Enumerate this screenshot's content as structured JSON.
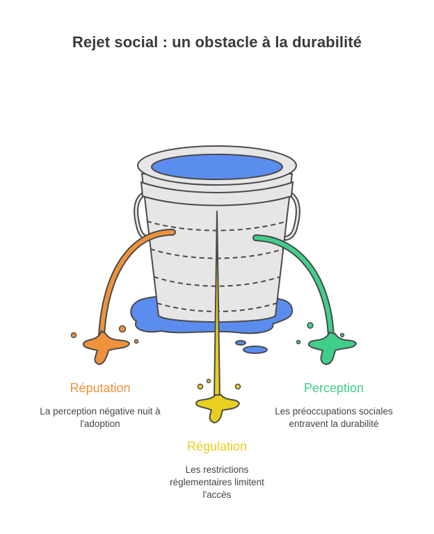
{
  "title": "Rejet social : un obstacle à la durabilité",
  "items": [
    {
      "label": "Réputation",
      "description": "La perception négative nuit à l'adoption",
      "color": "#F0923C"
    },
    {
      "label": "Régulation",
      "description": "Les restrictions réglementaires limitent l'accès",
      "color": "#E8D01E"
    },
    {
      "label": "Perception",
      "description": "Les préoccupations sociales entravent la durabilité",
      "color": "#3FCF8A"
    }
  ],
  "colors": {
    "water": "#5B8DEF",
    "bucket": "#E6E6E6",
    "outline": "#4A4A4A"
  }
}
